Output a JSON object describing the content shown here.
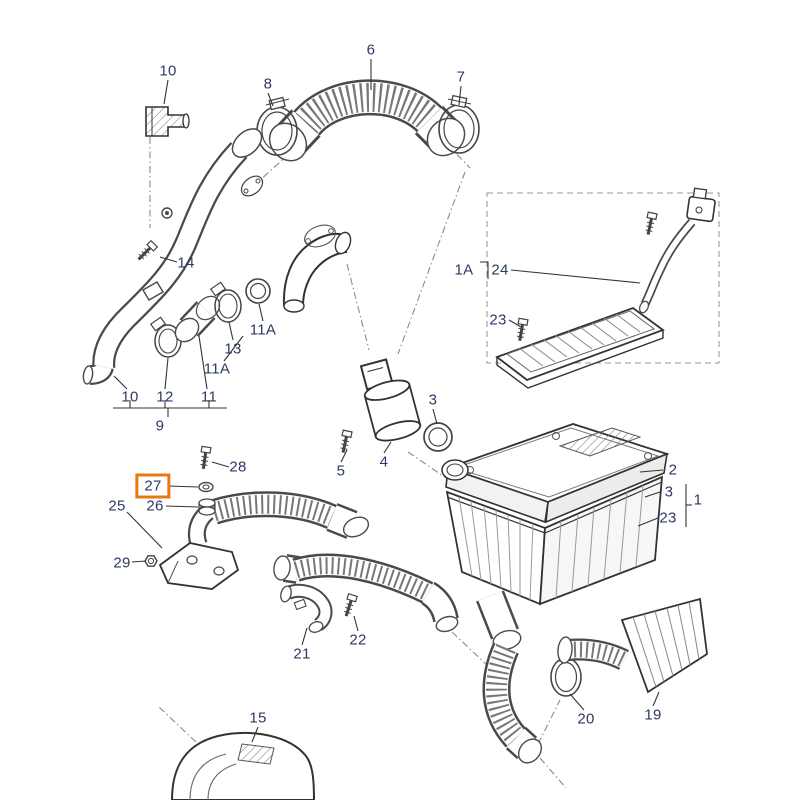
{
  "diagram": {
    "description": "Exploded parts diagram of an air filter / air intake system with numbered callouts",
    "highlight_color": "#e8790f",
    "label_color": "#2d3a66",
    "line_color": "#4a4a4a",
    "background": "#ffffff"
  },
  "labels": [
    {
      "id": "10-top",
      "text": "10",
      "highlighted": false
    },
    {
      "id": "6",
      "text": "6",
      "highlighted": false
    },
    {
      "id": "8",
      "text": "8",
      "highlighted": false
    },
    {
      "id": "7",
      "text": "7",
      "highlighted": false
    },
    {
      "id": "14",
      "text": "14",
      "highlighted": false
    },
    {
      "id": "1a",
      "text": "1A",
      "highlighted": false
    },
    {
      "id": "24",
      "text": "24",
      "highlighted": false
    },
    {
      "id": "23-upper",
      "text": "23",
      "highlighted": false
    },
    {
      "id": "11a-upper",
      "text": "11A",
      "highlighted": false
    },
    {
      "id": "13",
      "text": "13",
      "highlighted": false
    },
    {
      "id": "11a-lower",
      "text": "11A",
      "highlighted": false
    },
    {
      "id": "10-bottom",
      "text": "10",
      "highlighted": false
    },
    {
      "id": "12",
      "text": "12",
      "highlighted": false
    },
    {
      "id": "11",
      "text": "11",
      "highlighted": false
    },
    {
      "id": "9",
      "text": "9",
      "highlighted": false
    },
    {
      "id": "28",
      "text": "28",
      "highlighted": false
    },
    {
      "id": "27",
      "text": "27",
      "highlighted": true
    },
    {
      "id": "26",
      "text": "26",
      "highlighted": false
    },
    {
      "id": "25",
      "text": "25",
      "highlighted": false
    },
    {
      "id": "3-left",
      "text": "3",
      "highlighted": false
    },
    {
      "id": "5",
      "text": "5",
      "highlighted": false
    },
    {
      "id": "4",
      "text": "4",
      "highlighted": false
    },
    {
      "id": "2",
      "text": "2",
      "highlighted": false
    },
    {
      "id": "3-right",
      "text": "3",
      "highlighted": false
    },
    {
      "id": "23-right",
      "text": "23",
      "highlighted": false
    },
    {
      "id": "1",
      "text": "1",
      "highlighted": false
    },
    {
      "id": "29",
      "text": "29",
      "highlighted": false
    },
    {
      "id": "21",
      "text": "21",
      "highlighted": false
    },
    {
      "id": "22",
      "text": "22",
      "highlighted": false
    },
    {
      "id": "15",
      "text": "15",
      "highlighted": false
    },
    {
      "id": "20",
      "text": "20",
      "highlighted": false
    },
    {
      "id": "19",
      "text": "19",
      "highlighted": false
    }
  ]
}
